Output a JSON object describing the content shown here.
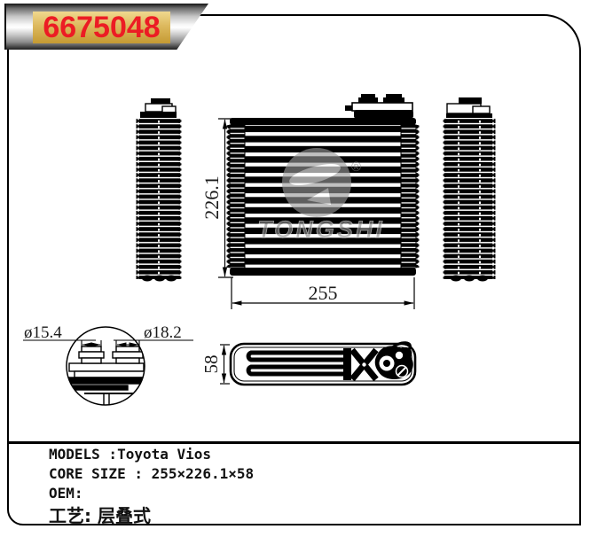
{
  "banner": {
    "part_number": "6675048"
  },
  "colors": {
    "part_number_text": "#ec1c24",
    "plate_gold": "#d9b05a",
    "banner_silver": "#c8c8c8"
  },
  "watermark": {
    "brand": "TONGSHI",
    "registered_mark": "®"
  },
  "drawing": {
    "height_dim": "226.1",
    "width_dim": "255",
    "depth_dim": "58",
    "small_port_dim": "ø15.4",
    "large_port_dim": "ø18.2"
  },
  "specs": {
    "models": "MODELS :Toyota Vios",
    "core_size": "CORE SIZE : 255×226.1×58",
    "oem": "OEM:",
    "process": "工艺: 层叠式"
  }
}
